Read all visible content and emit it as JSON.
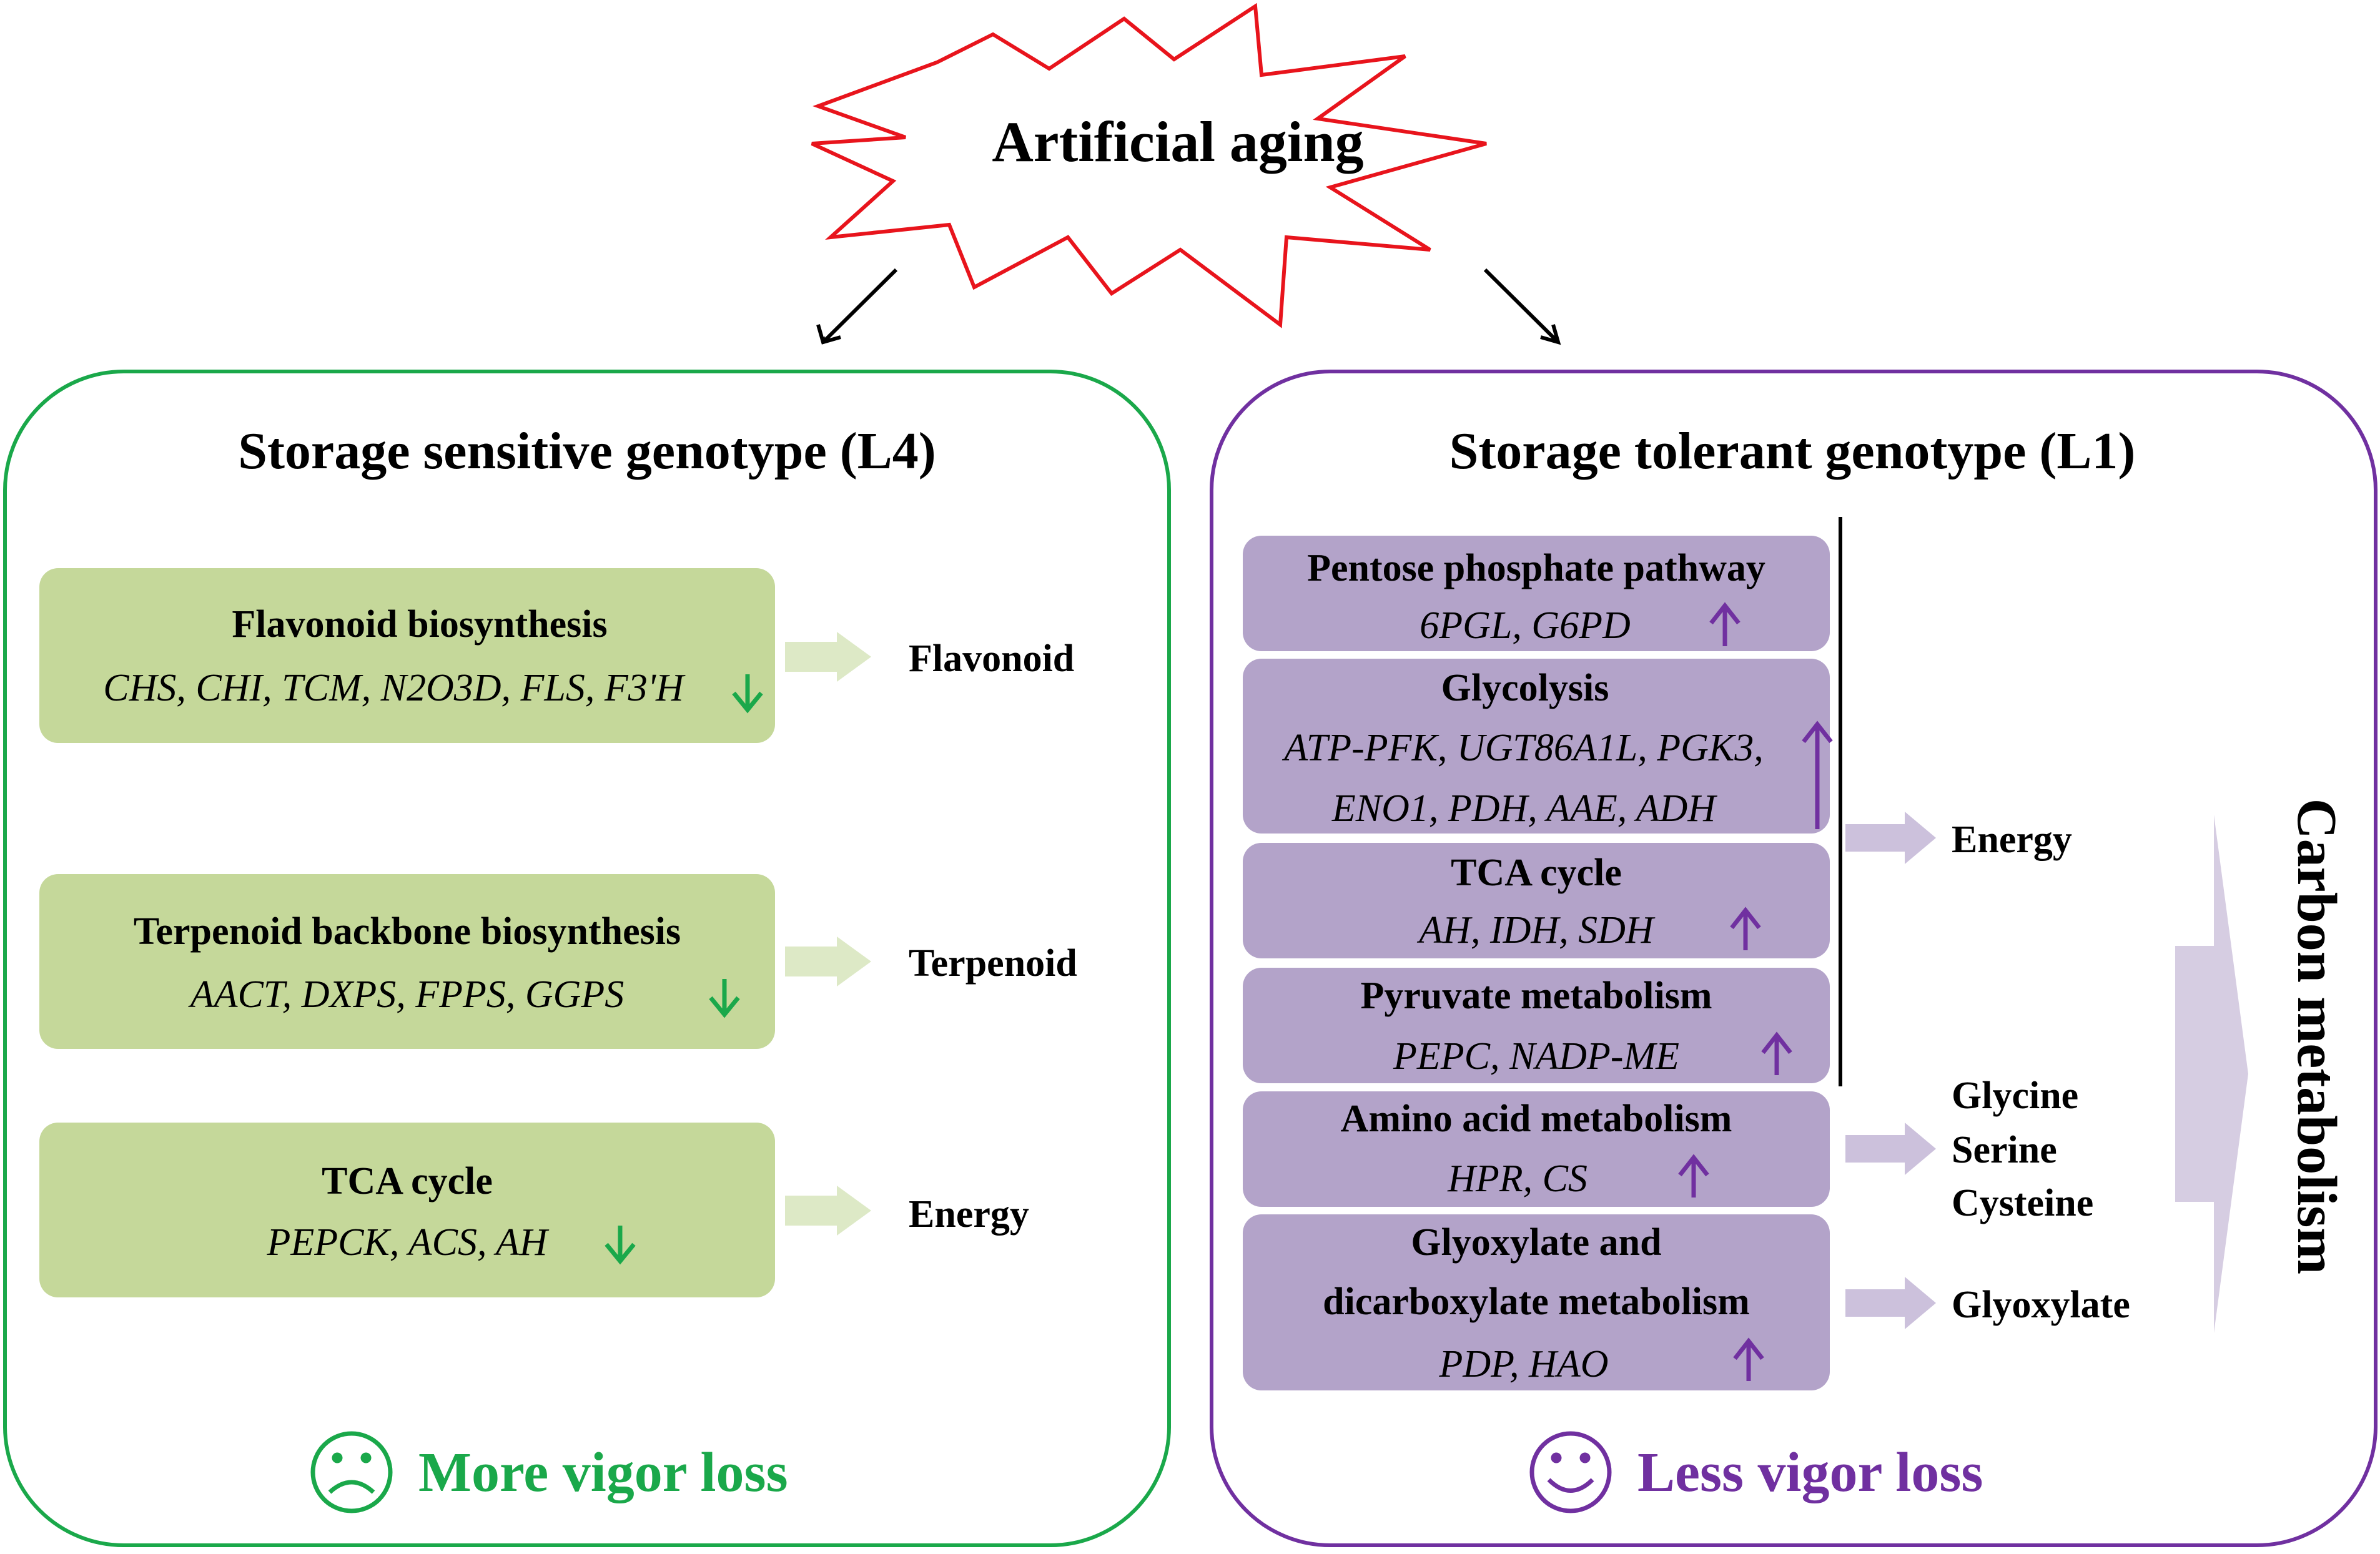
{
  "colors": {
    "star_stroke": "#e8141c",
    "left_border": "#1aa84a",
    "right_border": "#7030a0",
    "left_box": "#c5d89a",
    "right_box": "#b3a3c9",
    "left_arrow": "#dde9c6",
    "right_arrow": "#ccc1dc",
    "down_arrow": "#1aa84a",
    "up_arrow": "#7030a0",
    "carbon_arrow": "#d6cde2"
  },
  "top": {
    "title": "Artificial aging",
    "icon": "starburst-icon"
  },
  "left": {
    "title": "Storage sensitive genotype (L4)",
    "outcome": "More vigor loss",
    "face_icon": "sad-face-icon",
    "pathways": [
      {
        "name": "Flavonoid biosynthesis",
        "genes": "CHS, CHI, TCM, N2O3D, FLS, F3'H",
        "trend_icon": "down-arrow-icon",
        "product": "Flavonoid"
      },
      {
        "name": "Terpenoid backbone biosynthesis",
        "genes": "AACT, DXPS, FPPS, GGPS",
        "trend_icon": "down-arrow-icon",
        "product": "Terpenoid"
      },
      {
        "name": "TCA cycle",
        "genes": "PEPCK, ACS, AH",
        "trend_icon": "down-arrow-icon",
        "product": "Energy"
      }
    ]
  },
  "right": {
    "title": "Storage tolerant genotype (L1)",
    "outcome": "Less vigor loss",
    "face_icon": "happy-face-icon",
    "pathways": [
      {
        "name": "Pentose phosphate pathway",
        "genes": [
          "6PGL, G6PD"
        ],
        "trend_icon": "up-arrow-icon"
      },
      {
        "name": "Glycolysis",
        "genes": [
          "ATP-PFK, UGT86A1L, PGK3,",
          "ENO1, PDH, AAE, ADH"
        ],
        "trend_icon": "up-arrow-icon"
      },
      {
        "name": "TCA cycle",
        "genes": [
          "AH, IDH, SDH"
        ],
        "trend_icon": "up-arrow-icon"
      },
      {
        "name": "Pyruvate metabolism",
        "genes": [
          "PEPC, NADP-ME"
        ],
        "trend_icon": "up-arrow-icon"
      },
      {
        "name": "Amino acid metabolism",
        "genes": [
          "HPR, CS"
        ],
        "trend_icon": "up-arrow-icon"
      },
      {
        "name": [
          "Glyoxylate and",
          "dicarboxylate metabolism"
        ],
        "genes": [
          "PDP, HAO"
        ],
        "trend_icon": "up-arrow-icon"
      }
    ],
    "products": {
      "energy": "Energy",
      "amino_acids": [
        "Glycine",
        "Serine",
        "Cysteine"
      ],
      "glyoxylate": "Glyoxylate"
    },
    "carbon_label": "Carbon metabolism"
  }
}
